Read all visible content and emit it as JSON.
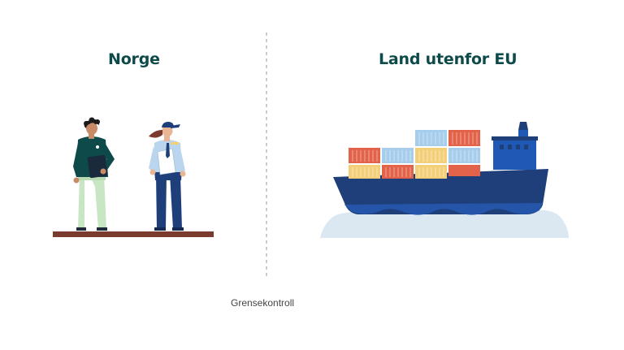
{
  "left_side": {
    "title": "Norge"
  },
  "right_side": {
    "title": "Land utenfor EU"
  },
  "divider": {
    "label": "Grensekontroll"
  },
  "colors": {
    "heading": "#0d4a4a",
    "ground": "#7a3b2e",
    "hull": "#1f3f7a",
    "hull_band": "#2455a8",
    "water": "#dbe8f2",
    "container_orange": "#e2634a",
    "container_yellow": "#f3cf7a",
    "container_blue": "#a6cdeb",
    "bridge": "#1f58b5"
  }
}
